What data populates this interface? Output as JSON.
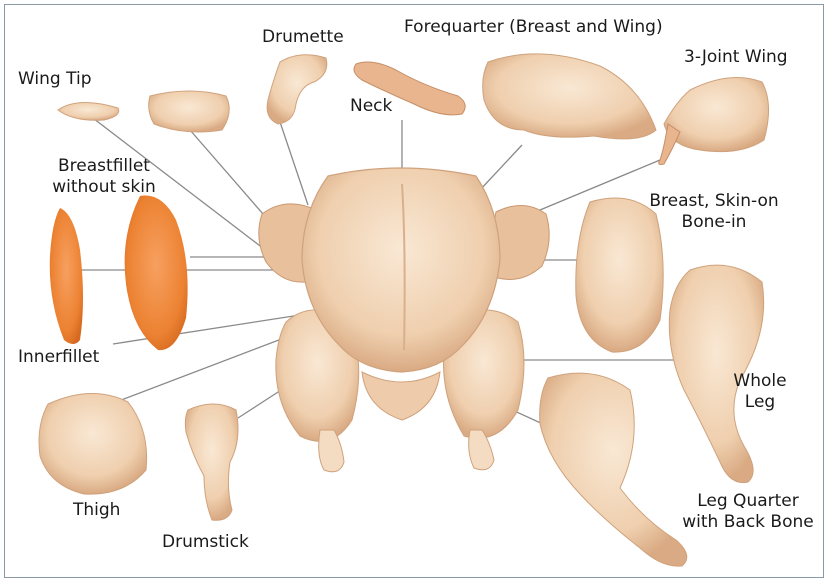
{
  "labels": {
    "drumette": "Drumette",
    "forequarter": "Forequarter (Breast and Wing)",
    "wing_tip": "Wing Tip",
    "three_joint_wing": "3-Joint Wing",
    "neck": "Neck",
    "breastfillet_line1": "Breastfillet",
    "breastfillet_line2": "without skin",
    "breast_skin_on_line1": "Breast, Skin-on",
    "breast_skin_on_line2": "Bone-in",
    "innerfillet": "Innerfillet",
    "whole_leg_line1": "Whole",
    "whole_leg_line2": "Leg",
    "thigh": "Thigh",
    "drumstick": "Drumstick",
    "leg_quarter_line1": "Leg Quarter",
    "leg_quarter_line2": "with Back Bone"
  },
  "colors": {
    "border": "#8a9aa4",
    "leader_line": "#8a8a8a",
    "skin": "#f1d3b5",
    "skin_dark": "#deb28d",
    "fillet": "#f08a3c"
  }
}
